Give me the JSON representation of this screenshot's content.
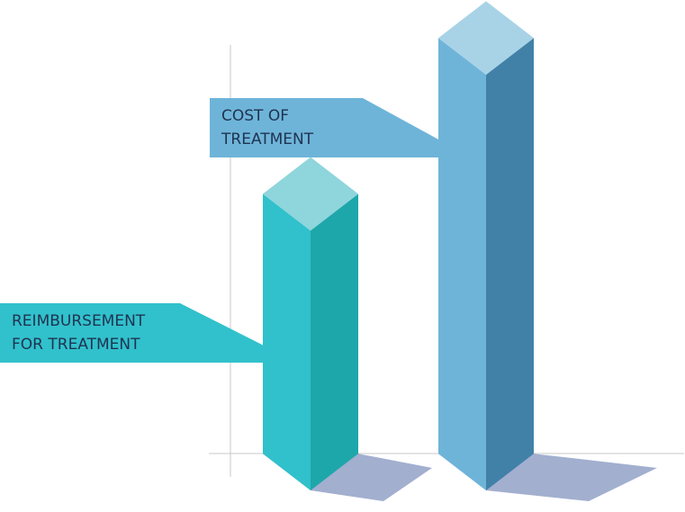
{
  "chart_data": {
    "type": "bar",
    "title": "",
    "xlabel": "",
    "ylabel": "",
    "style": "3d-isometric",
    "grid": false,
    "legend": "none",
    "categories": [
      "REIMBURSEMENT FOR TREATMENT",
      "COST OF TREATMENT"
    ],
    "values": [
      1.0,
      1.6
    ],
    "callouts": [
      {
        "lines": [
          "REIMBURSEMENT",
          "FOR TREATMENT"
        ]
      },
      {
        "lines": [
          "COST OF",
          "TREATMENT"
        ]
      }
    ],
    "colors": {
      "bar_1": {
        "front": "#31c1cc",
        "side": "#1ea7ab",
        "top": "#8fd5dc"
      },
      "bar_2": {
        "front": "#6eb4d9",
        "side": "#4181a8",
        "top": "#a8d3e7"
      },
      "callout_1": "#31c1cc",
      "callout_2": "#6eb4d9",
      "shadow": "#a2afcf",
      "axis": "#c8c8c8",
      "text": "#1f3350"
    }
  }
}
